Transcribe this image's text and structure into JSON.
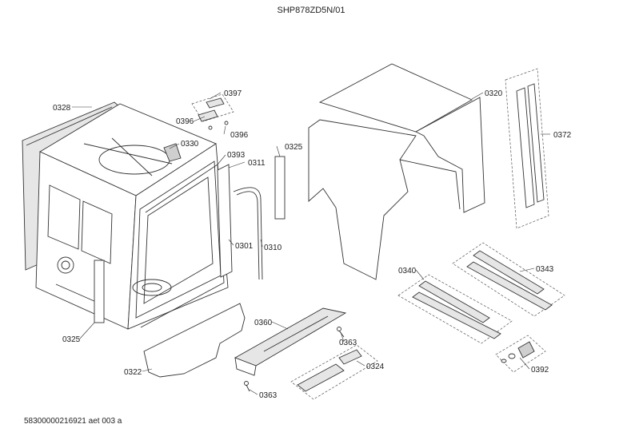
{
  "header": {
    "title": "SHP878ZD5N/01"
  },
  "footer": {
    "code": "58300000216921 aet 003 a"
  },
  "labels": {
    "p0328": "0328",
    "p0397": "0397",
    "p0396a": "0396",
    "p0396b": "0396",
    "p0330": "0330",
    "p0393": "0393",
    "p0311": "0311",
    "p0325a": "0325",
    "p0320": "0320",
    "p0372": "0372",
    "p0301": "0301",
    "p0310": "0310",
    "p0325b": "0325",
    "p0340": "0340",
    "p0343": "0343",
    "p0360": "0360",
    "p0363a": "0363",
    "p0324": "0324",
    "p0322": "0322",
    "p0363b": "0363",
    "p0392": "0392"
  }
}
